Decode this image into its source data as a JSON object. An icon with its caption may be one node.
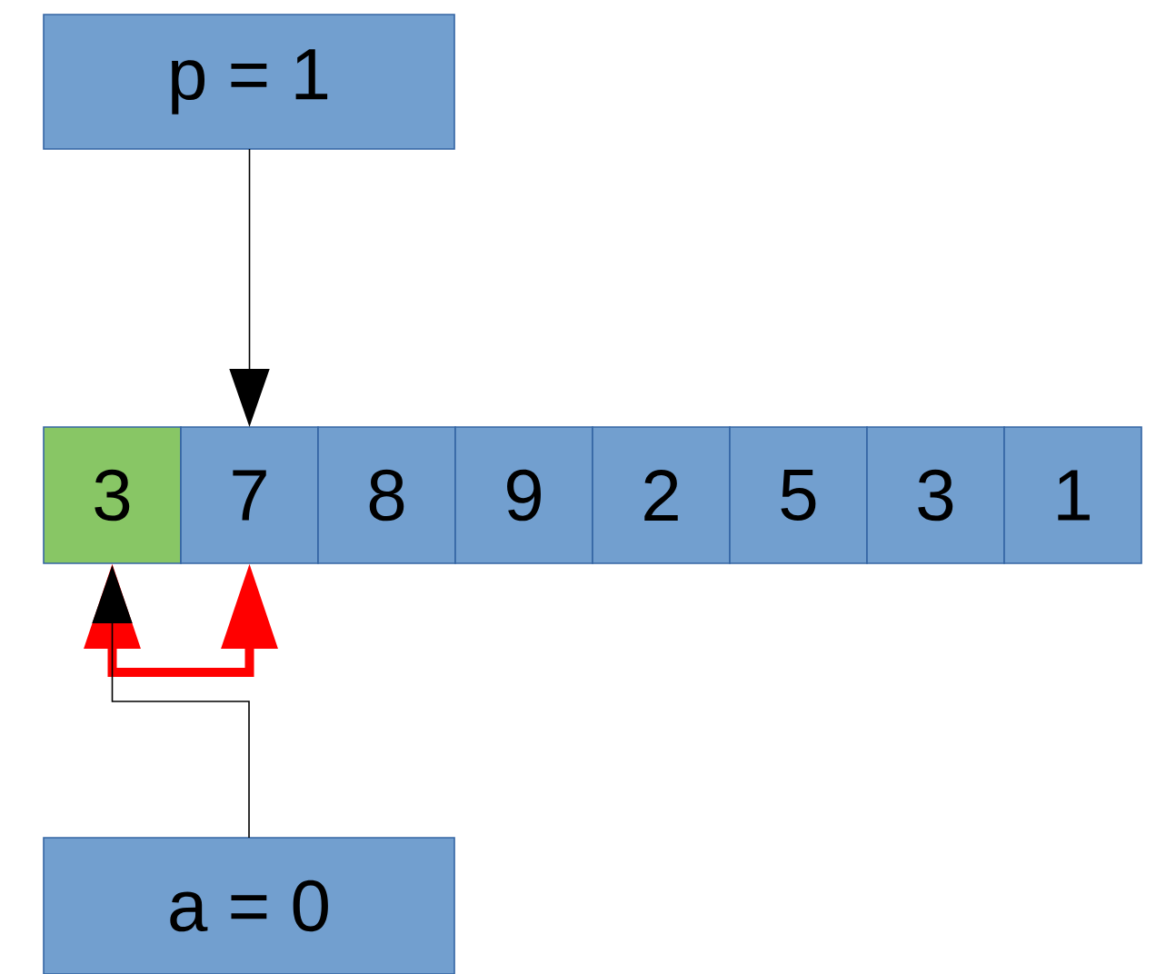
{
  "diagram": {
    "nodes": [
      {
        "text": [
          "p = 1"
        ]
      },
      {
        "text": [
          "3"
        ]
      },
      {
        "text": [
          "7"
        ]
      },
      {
        "text": [
          "8"
        ]
      },
      {
        "text": [
          "9"
        ]
      },
      {
        "text": [
          "2"
        ]
      },
      {
        "text": [
          "5"
        ]
      },
      {
        "text": [
          "3"
        ]
      },
      {
        "text": [
          "1"
        ]
      },
      {
        "text": [
          "a = 0"
        ]
      }
    ],
    "edges": [
      {
        "from": 0,
        "to": 2,
        "arrow": "to"
      },
      {
        "from": 1,
        "to": 2,
        "arrow": "both",
        "style": "thick",
        "color": "#ff0000"
      },
      {
        "from": 9,
        "to": 1,
        "arrow": "to"
      }
    ]
  }
}
